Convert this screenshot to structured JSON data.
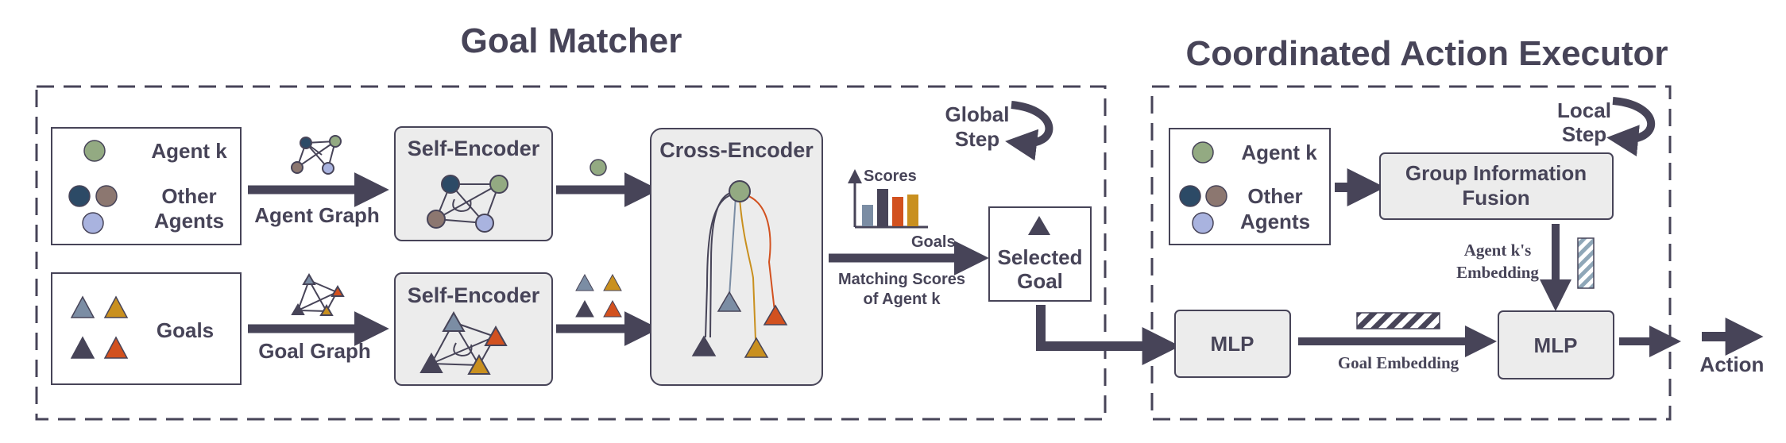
{
  "goal_matcher": {
    "title": "Goal Matcher",
    "agent_box": {
      "agent_k": "Agent k",
      "other_line1": "Other",
      "other_line2": "Agents"
    },
    "agent_graph_label": "Agent Graph",
    "self_encoder_top": "Self-Encoder",
    "goals_box": {
      "label": "Goals"
    },
    "goal_graph_label": "Goal Graph",
    "self_encoder_bottom": "Self-Encoder",
    "cross_encoder": "Cross-Encoder",
    "global_step": {
      "line1": "Global",
      "line2": "Step"
    },
    "scores_chart": {
      "ylabel": "Scores",
      "xlabel": "Goals"
    },
    "matching_scores": {
      "line1": "Matching Scores",
      "line2": "of Agent k"
    },
    "selected_goal": {
      "line1": "Selected",
      "line2": "Goal"
    }
  },
  "executor": {
    "title": "Coordinated Action Executor",
    "agent_box": {
      "agent_k": "Agent k",
      "other_line1": "Other",
      "other_line2": "Agents"
    },
    "local_step": {
      "line1": "Local",
      "line2": "Step"
    },
    "group_fusion": {
      "line1": "Group Information",
      "line2": "Fusion"
    },
    "agent_embedding": {
      "line1": "Agent k's",
      "line2": "Embedding"
    },
    "mlp_left": "MLP",
    "goal_embedding": "Goal Embedding",
    "mlp_right": "MLP",
    "action": "Action"
  },
  "colors": {
    "dark": "#474458",
    "agent_green": "#93aa82",
    "agent_navy": "#2c4a66",
    "agent_brown": "#8c7770",
    "agent_lavender": "#a9b3df",
    "goal_slate": "#7b8da4",
    "goal_gold": "#c9901f",
    "goal_orange": "#d2511f",
    "box_fill": "#ececec"
  }
}
